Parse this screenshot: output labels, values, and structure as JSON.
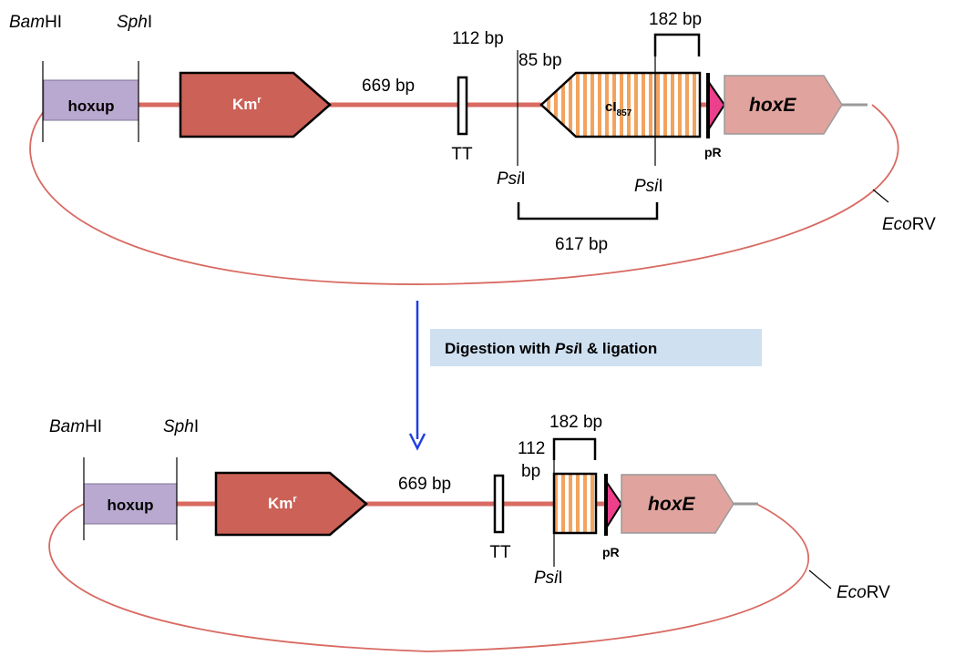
{
  "colors": {
    "backbone": "#d86a62",
    "hoxup_fill": "#b9a8cf",
    "kmr_fill": "#cc6157",
    "ci_stripe": "#f2a35e",
    "pR_fill": "#ec3f8c",
    "hoxE_fill": "#e0a39e",
    "arrow": "#1f3fe0",
    "banner_fill": "#cfe0f1",
    "tail_gray": "#9a9a9a"
  },
  "top": {
    "bamhi": {
      "italic": "Bam",
      "rest": "HI"
    },
    "sphi": {
      "italic": "Sph",
      "rest": "I"
    },
    "hoxup": "hoxup",
    "kmr": {
      "main": "Km",
      "sup": "r"
    },
    "bp669": "669 bp",
    "bp112": "112 bp",
    "bp85": "85 bp",
    "bp182": "182 bp",
    "bp617": "617 bp",
    "ci": {
      "main": "cI",
      "sub": "857"
    },
    "hoxE": "hoxE",
    "pR": "pR",
    "tt": "TT",
    "psi1": {
      "italic": "Psi",
      "rest": "I"
    },
    "psi2": {
      "italic": "Psi",
      "rest": "I"
    },
    "ecorv": {
      "italic": "Eco",
      "rest": "RV"
    }
  },
  "step": {
    "prefix": "Digestion with ",
    "enzyme_italic": "Psi",
    "enzyme_rest": "I",
    "suffix": " & ligation"
  },
  "bottom": {
    "bamhi": {
      "italic": "Bam",
      "rest": "HI"
    },
    "sphi": {
      "italic": "Sph",
      "rest": "I"
    },
    "hoxup": "hoxup",
    "kmr": {
      "main": "Km",
      "sup": "r"
    },
    "bp669": "669 bp",
    "bp112_line1": "112",
    "bp112_line2": "bp",
    "bp182": "182 bp",
    "hoxE": "hoxE",
    "pR": "pR",
    "tt": "TT",
    "psi": {
      "italic": "Psi",
      "rest": "I"
    },
    "ecorv": {
      "italic": "Eco",
      "rest": "RV"
    }
  }
}
